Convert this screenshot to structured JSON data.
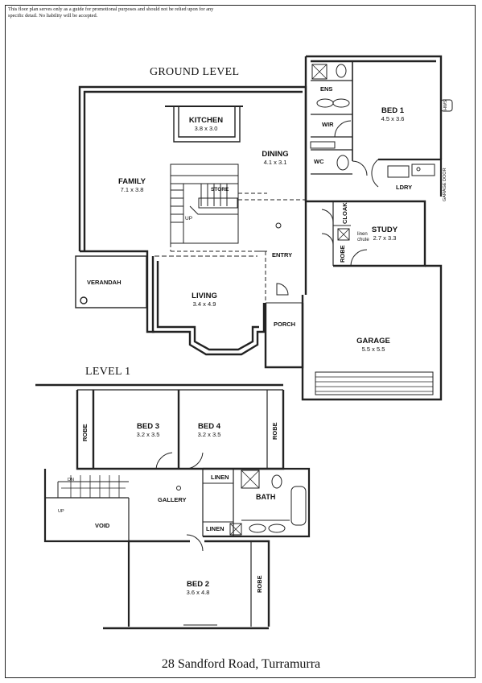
{
  "disclaimer": "This floor plan serves only as a guide for promotional purposes and should not be relied upon for any specific detail. No liability will be accepted.",
  "ground_title": "GROUND LEVEL",
  "level1_title": "LEVEL 1",
  "address": "28 Sandford Road, Turramurra",
  "ground": {
    "kitchen": {
      "name": "KITCHEN",
      "dims": "3.8 x 3.0"
    },
    "dining": {
      "name": "DINING",
      "dims": "4.1 x 3.1"
    },
    "family": {
      "name": "FAMILY",
      "dims": "7.1 x 3.8"
    },
    "bed1": {
      "name": "BED 1",
      "dims": "4.5 x 3.6"
    },
    "ens": "ENS",
    "wir": "WIR",
    "wc": "WC",
    "ldry": "LDRY",
    "store": "STORE",
    "study": {
      "name": "STUDY",
      "dims": "2.7 x 3.3"
    },
    "cloak": "CLOAK",
    "robe": "ROBE",
    "linen_chute": "linen chute",
    "entry": "ENTRY",
    "verandah": "VERANDAH",
    "living": {
      "name": "LIVING",
      "dims": "3.4 x 4.9"
    },
    "porch": "PORCH",
    "garage": {
      "name": "GARAGE",
      "dims": "5.5 x 5.5"
    },
    "hws": "HWS",
    "door_label": "GARAGE DOOR",
    "up": "UP"
  },
  "level1": {
    "bed3": {
      "name": "BED 3",
      "dims": "3.2 x 3.5"
    },
    "bed4": {
      "name": "BED 4",
      "dims": "3.2 x 3.5"
    },
    "robe_left": "ROBE",
    "robe_right": "ROBE",
    "robe_bed2": "ROBE",
    "gallery": "GALLERY",
    "linen_top": "LINEN",
    "linen_bottom": "LINEN",
    "bath": "BATH",
    "void": "VOID",
    "bed2": {
      "name": "BED 2",
      "dims": "3.6 x 4.8"
    },
    "dn": "DN",
    "up": "UP"
  }
}
